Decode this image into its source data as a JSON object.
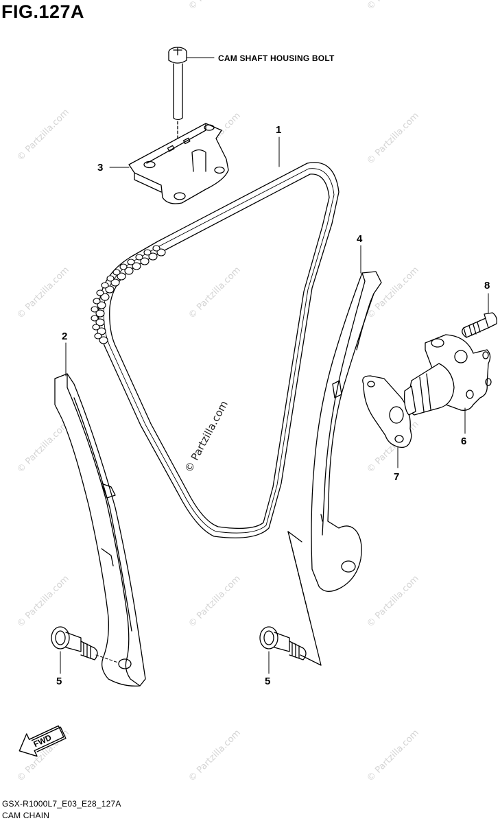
{
  "figure": {
    "title": "FIG.127A"
  },
  "callouts": {
    "c1": "1",
    "c2": "2",
    "c3": "3",
    "c4": "4",
    "c5a": "5",
    "c5b": "5",
    "c6": "6",
    "c7": "7",
    "c8": "8"
  },
  "labels": {
    "cam_shaft_bolt": "CAM SHAFT HOUSING BOLT",
    "fwd": "FWD"
  },
  "footer": {
    "code": "GSX-R1000L7_E03_E28_127A",
    "name": "CAM CHAIN"
  },
  "watermark": {
    "text": "© Partzilla.com"
  },
  "colors": {
    "line": "#000000",
    "background": "#ffffff",
    "watermark": "#d4d4d4"
  }
}
